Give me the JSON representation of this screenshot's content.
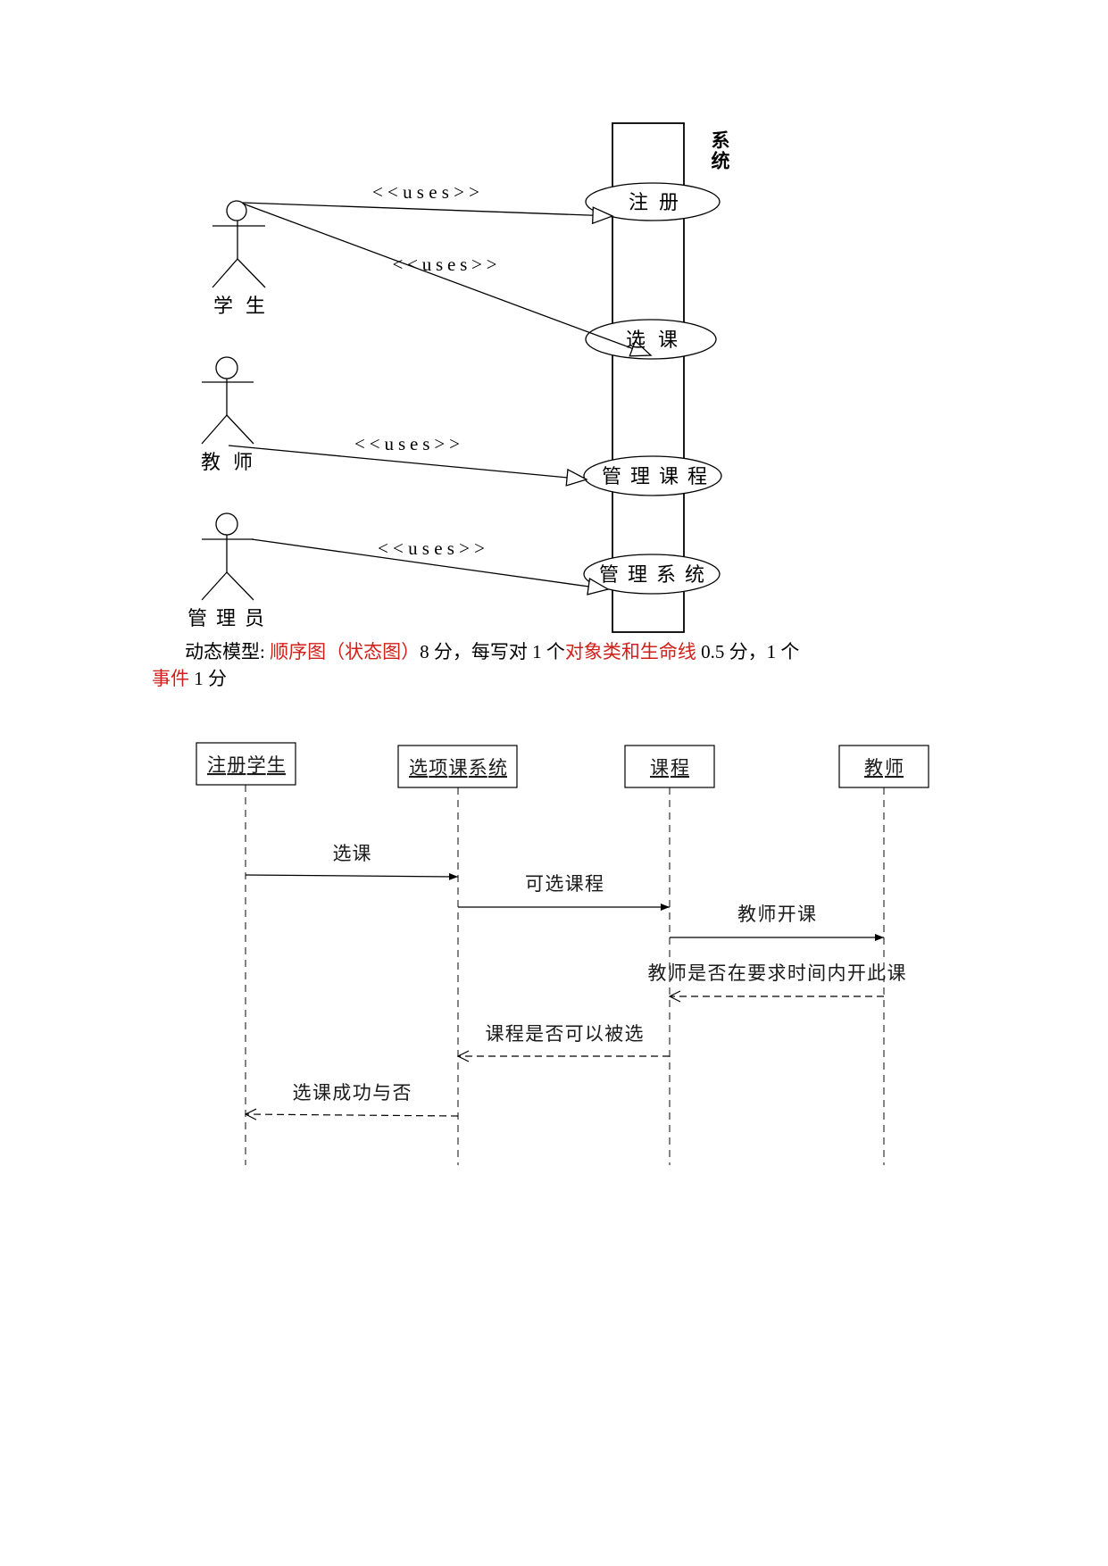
{
  "colors": {
    "ink": "#000000",
    "highlight": "#d0201a",
    "background": "#ffffff"
  },
  "use_case_diagram": {
    "system_label": "系统",
    "actors": [
      {
        "label": "学生"
      },
      {
        "label": "教师"
      },
      {
        "label": "管理员"
      }
    ],
    "use_cases": [
      {
        "label": "注册"
      },
      {
        "label": "选课"
      },
      {
        "label": "管理课程"
      },
      {
        "label": "管理系统"
      }
    ],
    "associations": [
      {
        "actor": 0,
        "use_case": 0,
        "stereotype": "<<uses>>"
      },
      {
        "actor": 0,
        "use_case": 1,
        "stereotype": "<<uses>>"
      },
      {
        "actor": 1,
        "use_case": 2,
        "stereotype": "<<uses>>"
      },
      {
        "actor": 2,
        "use_case": 3,
        "stereotype": "<<uses>>"
      }
    ]
  },
  "scoring_note": {
    "lines": [
      [
        {
          "text": "动态模型: ",
          "highlight": false
        },
        {
          "text": "顺序图（状态图）",
          "highlight": true
        },
        {
          "text": "8 分，每写对 1 个",
          "highlight": false
        },
        {
          "text": "对象类和生命线",
          "highlight": true
        },
        {
          "text": " 0.5 分，1 个",
          "highlight": false
        }
      ],
      [
        {
          "text": "事件",
          "highlight": true
        },
        {
          "text": " 1 分",
          "highlight": false
        }
      ]
    ]
  },
  "sequence_diagram": {
    "objects": [
      {
        "label": "注册学生"
      },
      {
        "label": "选项课系统"
      },
      {
        "label": "课程"
      },
      {
        "label": "教师"
      }
    ],
    "messages": [
      {
        "from": 0,
        "to": 1,
        "label": "选课",
        "dashed": false
      },
      {
        "from": 1,
        "to": 2,
        "label": "可选课程",
        "dashed": false
      },
      {
        "from": 2,
        "to": 3,
        "label": "教师开课",
        "dashed": false
      },
      {
        "from": 3,
        "to": 2,
        "label": "教师是否在要求时间内开此课",
        "dashed": true
      },
      {
        "from": 2,
        "to": 1,
        "label": "课程是否可以被选",
        "dashed": true
      },
      {
        "from": 1,
        "to": 0,
        "label": "选课成功与否",
        "dashed": true
      }
    ]
  }
}
